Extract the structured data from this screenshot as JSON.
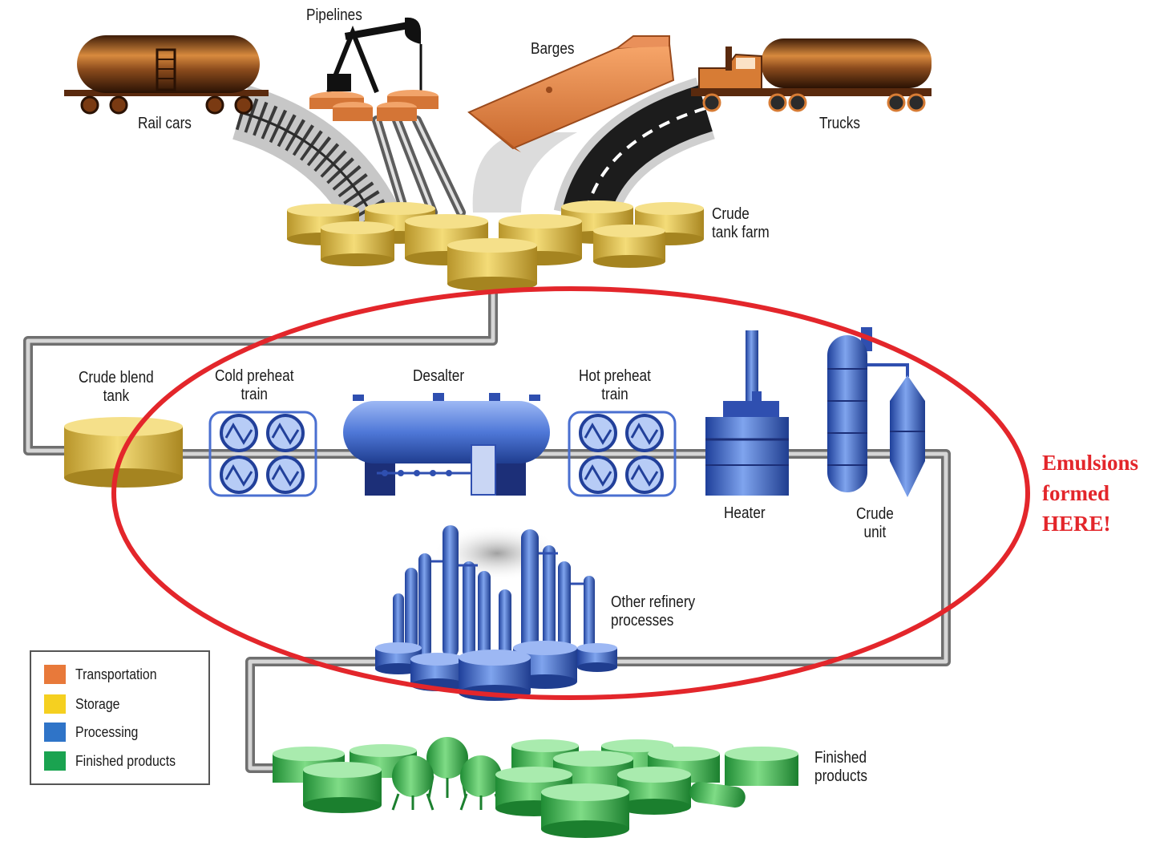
{
  "labels": {
    "rail_cars": "Rail cars",
    "pipelines": "Pipelines",
    "barges": "Barges",
    "trucks": "Trucks",
    "crude_tank_farm": [
      "Crude",
      "tank farm"
    ],
    "crude_blend_tank": [
      "Crude blend",
      "tank"
    ],
    "cold_preheat_train": [
      "Cold preheat",
      "train"
    ],
    "desalter": "Desalter",
    "hot_preheat_train": [
      "Hot preheat",
      "train"
    ],
    "heater": "Heater",
    "crude_unit": [
      "Crude",
      "unit"
    ],
    "other_refinery_processes": [
      "Other refinery",
      "processes"
    ],
    "finished_products": [
      "Finished",
      "products"
    ]
  },
  "annotation": {
    "lines": [
      "Emulsions",
      "formed",
      "HERE!"
    ],
    "color": "#e3262b"
  },
  "legend": [
    {
      "label": "Transportation",
      "color": "#e8793a"
    },
    {
      "label": "Storage",
      "color": "#f5d020"
    },
    {
      "label": "Processing",
      "color": "#2f74c8"
    },
    {
      "label": "Finished products",
      "color": "#1aa350"
    }
  ],
  "colors": {
    "transport": "#c9692e",
    "storage": "#d9b934",
    "processing": "#3a62c4",
    "finished": "#35b24a",
    "pipe": "#9a9a9a",
    "highlight": "#e3262b"
  }
}
